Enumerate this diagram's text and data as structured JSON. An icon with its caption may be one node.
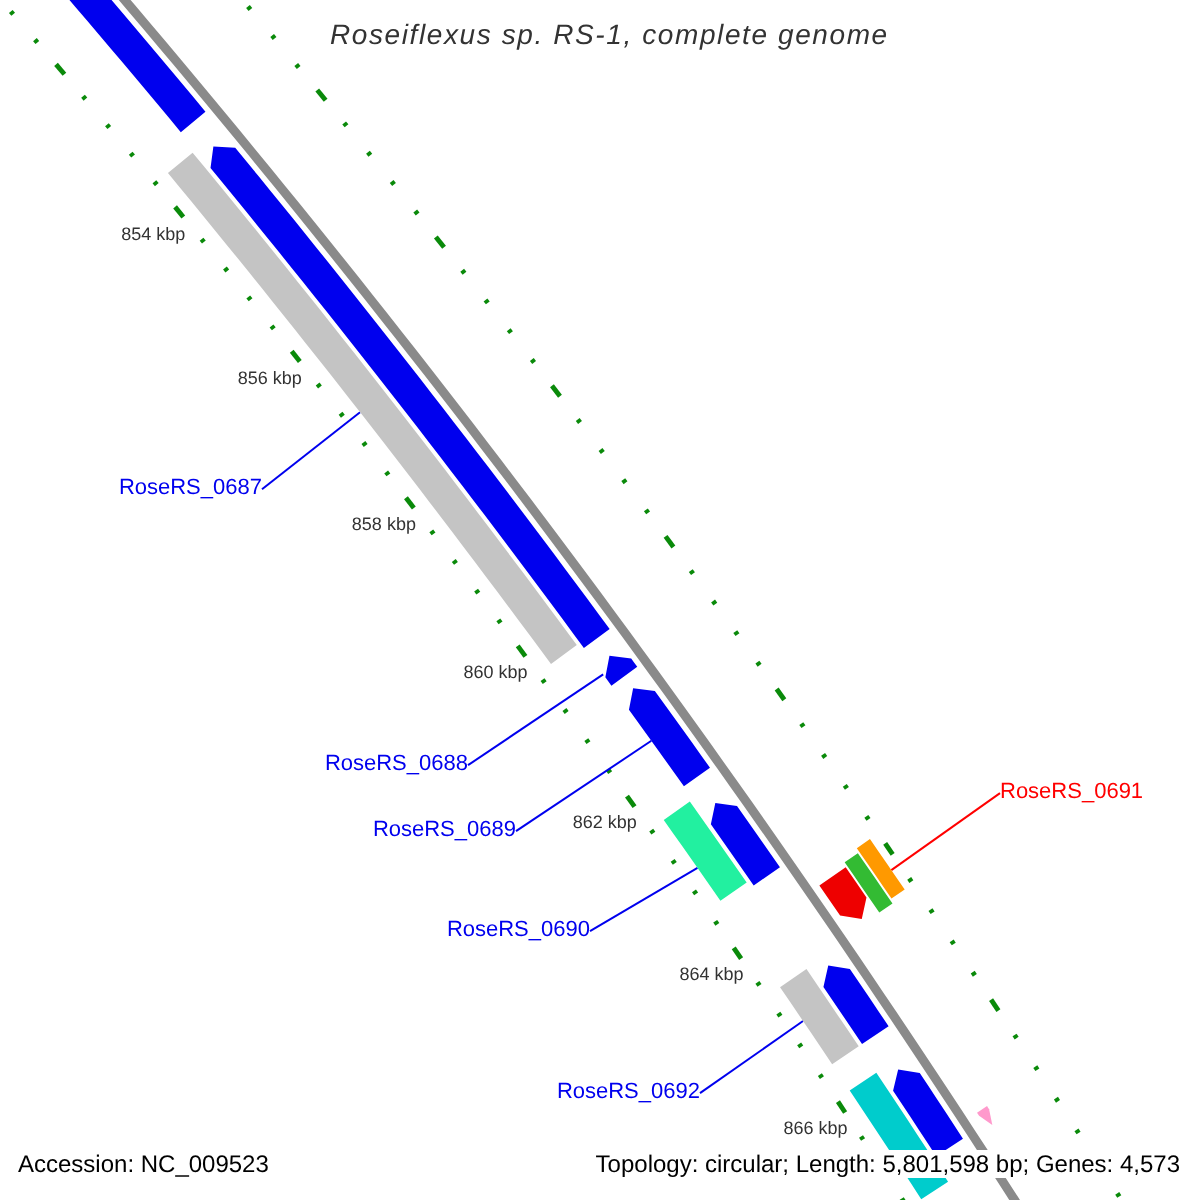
{
  "diagram": {
    "title": "Roseiflexus sp. RS-1, complete genome",
    "nodes": [
      {
        "text": [
          "RoseRS_0687"
        ]
      },
      {
        "text": [],
        "shape": "bar"
      },
      {
        "text": [
          "RoseRS_0688"
        ]
      },
      {
        "text": [],
        "shape": "bar"
      },
      {
        "text": [
          "RoseRS_0689"
        ]
      },
      {
        "text": [],
        "shape": "bar"
      },
      {
        "text": [
          "RoseRS_0690"
        ]
      },
      {
        "text": [],
        "shape": "bar"
      },
      {
        "text": [
          "RoseRS_0691"
        ]
      },
      {
        "text": [],
        "shape": "bar"
      },
      {
        "text": [
          "RoseRS_0692"
        ]
      },
      {
        "text": [],
        "shape": "bar"
      }
    ],
    "edges": [
      {
        "from": 0,
        "to": 1,
        "arrow": "none"
      },
      {
        "from": 2,
        "to": 3,
        "arrow": "none"
      },
      {
        "from": 4,
        "to": 5,
        "arrow": "none"
      },
      {
        "from": 6,
        "to": 7,
        "arrow": "none"
      },
      {
        "from": 8,
        "to": 9,
        "arrow": "none",
        "color": "#ff0000"
      },
      {
        "from": 10,
        "to": 11,
        "arrow": "none"
      }
    ],
    "labels": [
      "854 kbp",
      "856 kbp",
      "858 kbp",
      "860 kbp",
      "862 kbp",
      "864 kbp",
      "866 kbp",
      "Accession: NC_009523",
      "Topology: circular; Length: 5,801,598 bp; Genes: 4,573"
    ]
  }
}
